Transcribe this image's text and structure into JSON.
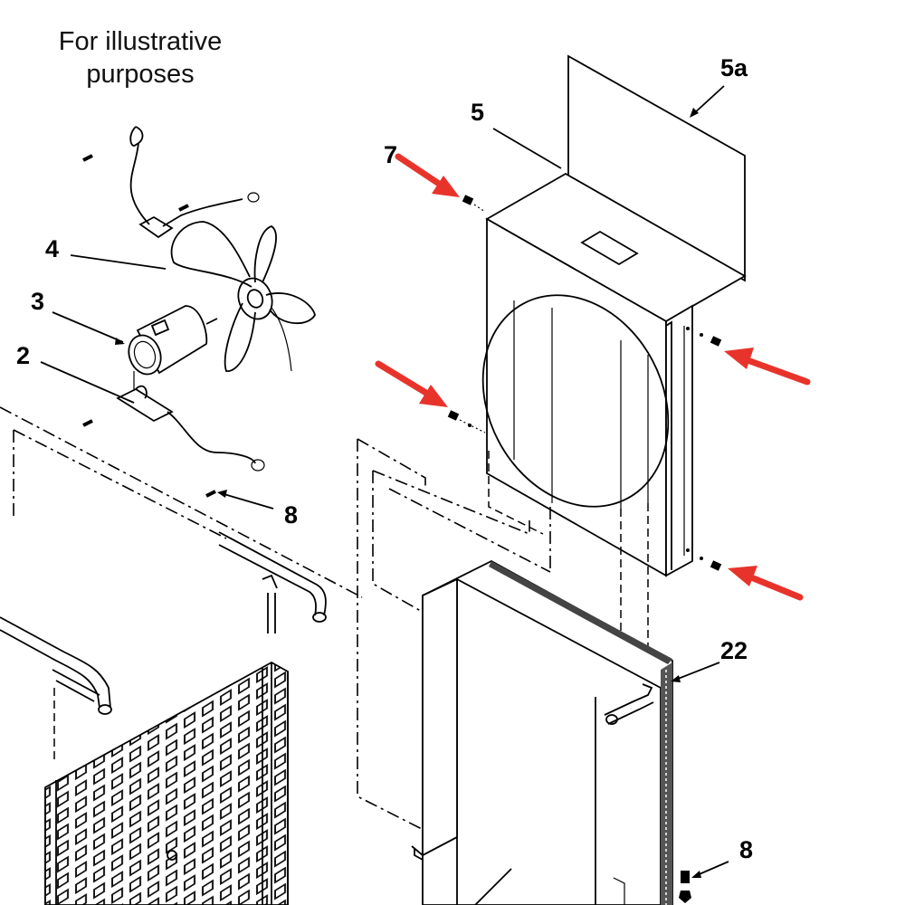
{
  "caption": {
    "line1": "For illustrative",
    "line2": "purposes"
  },
  "callouts": [
    {
      "id": "callout-5a",
      "text": "5a"
    },
    {
      "id": "callout-5",
      "text": "5"
    },
    {
      "id": "callout-7",
      "text": "7"
    },
    {
      "id": "callout-4",
      "text": "4"
    },
    {
      "id": "callout-3",
      "text": "3"
    },
    {
      "id": "callout-2",
      "text": "2"
    },
    {
      "id": "callout-8-upper",
      "text": "8"
    },
    {
      "id": "callout-22",
      "text": "22"
    },
    {
      "id": "callout-8-lower",
      "text": "8"
    }
  ],
  "colors": {
    "ink": "#000000",
    "highlight_arrow": "#e8332b",
    "background": "#ffffff"
  },
  "icons": [
    "red-pointer-arrow-icon",
    "screw-icon"
  ]
}
